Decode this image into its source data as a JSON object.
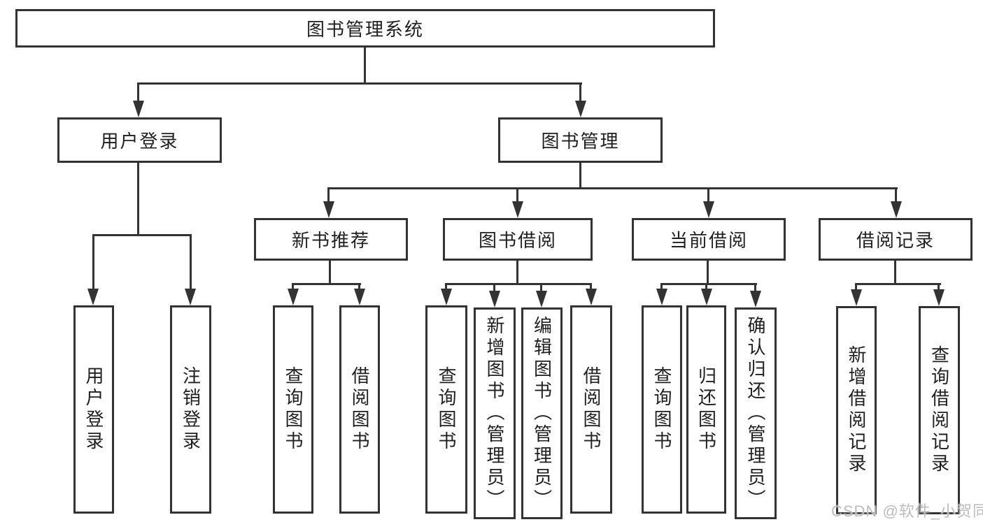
{
  "diagram": {
    "root": {
      "label": "图书管理系统"
    },
    "level1": {
      "user_login": {
        "label": "用户登录"
      },
      "book_mgmt": {
        "label": "图书管理"
      }
    },
    "level2": {
      "new_book": {
        "label": "新书推荐"
      },
      "book_borrow": {
        "label": "图书借阅"
      },
      "current_borrow": {
        "label": "当前借阅"
      },
      "borrow_records": {
        "label": "借阅记录"
      }
    },
    "branches": {
      "user_login": [
        "用户登录",
        "注销登录"
      ],
      "new_book": [
        "查询图书",
        "借阅图书"
      ],
      "book_borrow": [
        "查询图书",
        "新增图书（管理员）",
        "编辑图书（管理员）",
        "借阅图书"
      ],
      "current_borrow": [
        "查询图书",
        "归还图书",
        "确认归还（管理员）"
      ],
      "borrow_records": [
        "新增借阅记录",
        "查询借阅记录"
      ]
    }
  },
  "watermark": {
    "text": "CSDN @软件_小贺同学"
  },
  "colors": {
    "line": "#333333",
    "border": "#333333",
    "text": "#1f1f1f",
    "background": "#ffffff",
    "watermark": "#bcbcbc"
  }
}
